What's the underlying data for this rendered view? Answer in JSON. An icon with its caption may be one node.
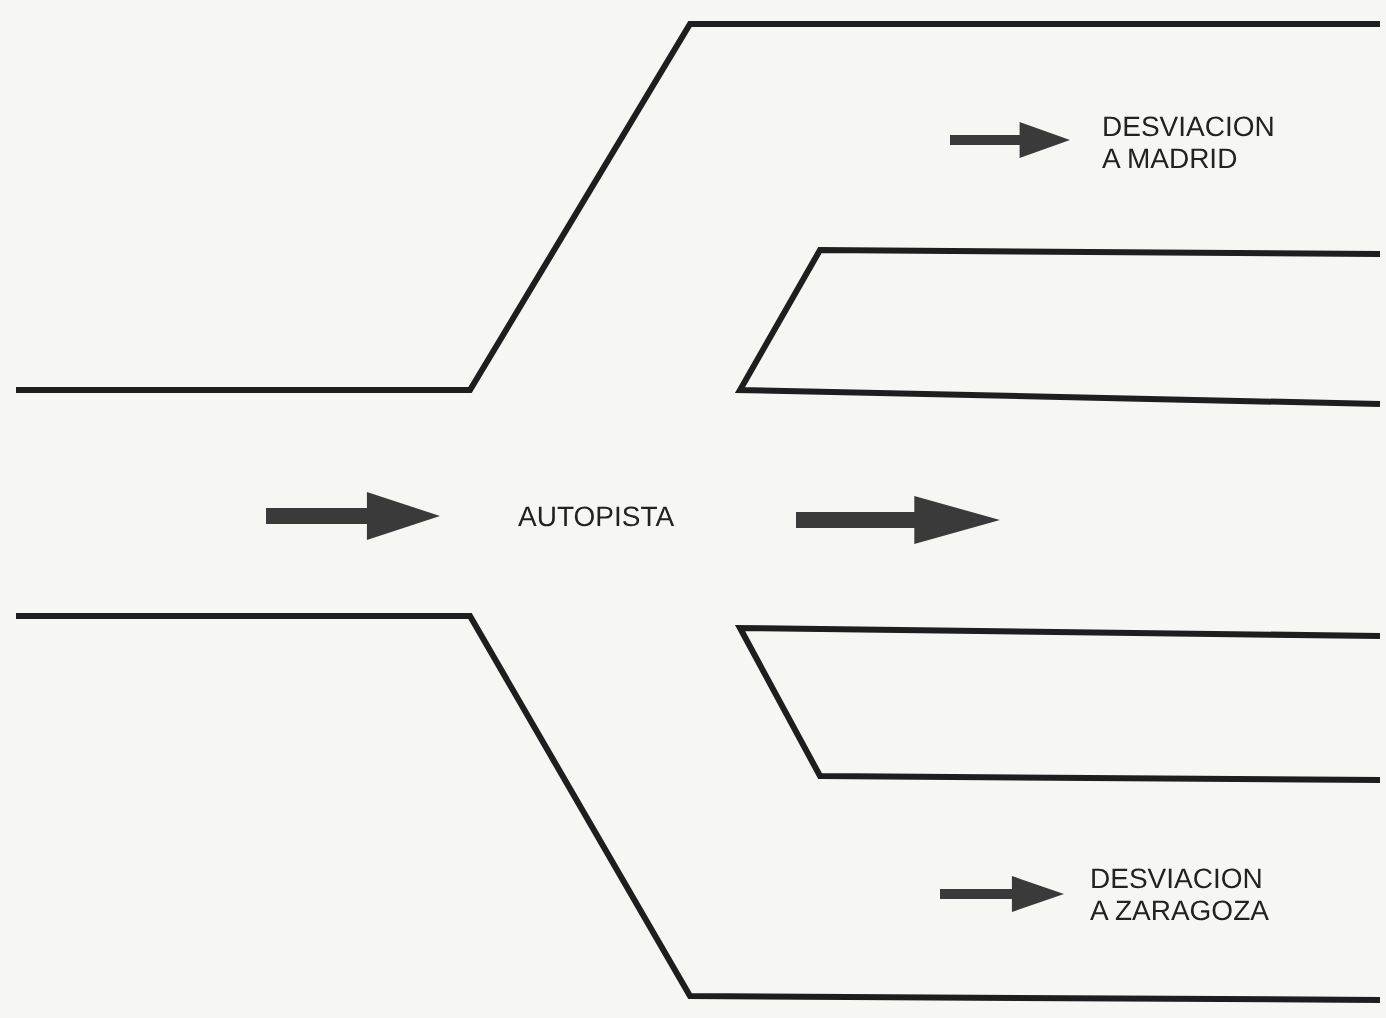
{
  "diagram": {
    "labels": [
      "DESVIACION A MADRID",
      "AUTOPISTA",
      "DESVIACION A ZARAGOZA"
    ]
  }
}
